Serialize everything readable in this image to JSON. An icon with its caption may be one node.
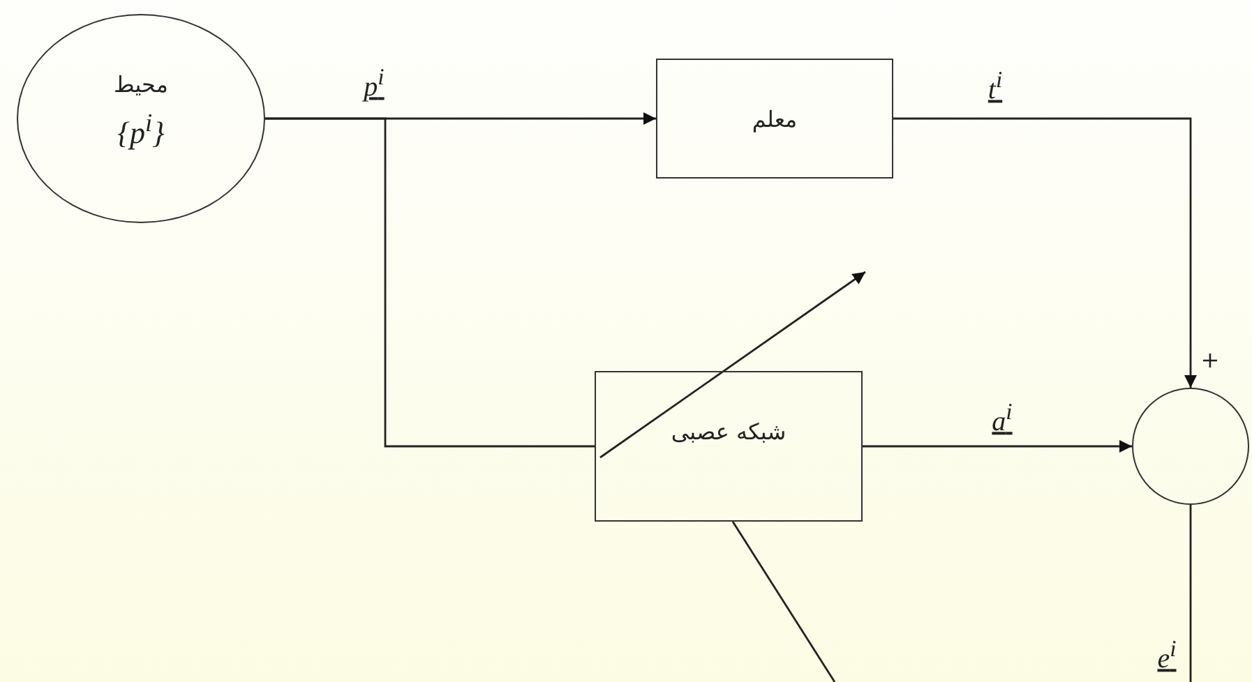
{
  "diagram": {
    "nodes": [
      {
        "text": [
          "محیط",
          "{p$^{i}$}"
        ]
      },
      {
        "text": [
          "معلم"
        ]
      },
      {
        "text": [
          "شبکه عصبی"
        ]
      },
      {
        "text": [],
        "shape": "circle"
      }
    ],
    "edges": [
      {
        "from": 0,
        "to": 1,
        "arrow": "to",
        "label": "p$^{i}$"
      },
      {
        "from": 0,
        "to": 2,
        "arrow": "none"
      },
      {
        "from": 1,
        "to": 3,
        "arrow": "to",
        "label": "t$^{i}$"
      },
      {
        "from": 2,
        "to": 3,
        "arrow": "to",
        "label": "a$^{i}$"
      },
      {
        "from": 3,
        "to": null,
        "arrow": "none",
        "label": "e$^{i}$"
      },
      {
        "from": 2,
        "to": null,
        "arrow": "none"
      }
    ],
    "labels": [
      "+"
    ]
  }
}
